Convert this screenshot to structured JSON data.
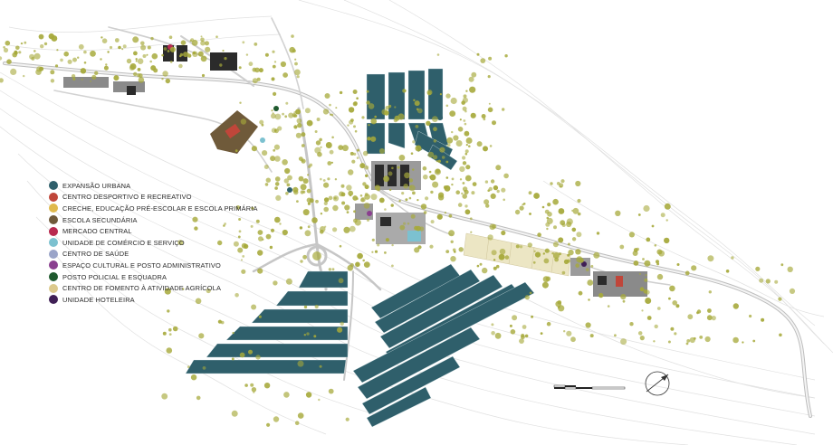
{
  "legend": {
    "items": [
      {
        "label": "EXPANSÃO URBANA",
        "color": "#2f5f6b"
      },
      {
        "label": "CENTRO DESPORTIVO E RECREATIVO",
        "color": "#c0463a"
      },
      {
        "label": "CRECHE, EDUCAÇÃO PRÉ-ESCOLAR E ESCOLA PRIMÁRIA",
        "color": "#e0b94c"
      },
      {
        "label": "ESCOLA SECUNDÁRIA",
        "color": "#6f5a3a"
      },
      {
        "label": "MERCADO CENTRAL",
        "color": "#b8294f"
      },
      {
        "label": "UNIDADE DE COMÉRCIO E SERVIÇO",
        "color": "#7cc1d0"
      },
      {
        "label": "CENTRO DE SAÚDE",
        "color": "#9aa4c8"
      },
      {
        "label": "ESPAÇO CULTURAL E POSTO ADMINISTRATIVO",
        "color": "#8a3f8f"
      },
      {
        "label": "POSTO POLICIAL E ESQUADRA",
        "color": "#1f5a2e"
      },
      {
        "label": "CENTRO DE FOMENTO À ATIVIDADE AGRÍCOLA",
        "color": "#dcc98c"
      },
      {
        "label": "UNIDADE HOTELEIRA",
        "color": "#3f1f55"
      }
    ]
  },
  "map_colors": {
    "urban_block": "#2f5f6b",
    "tree": "#a6a93a",
    "road": "#c9c9c9",
    "contour": "#dcdcdc",
    "school_plot": "#6f5a3a",
    "agri_field": "#ece6c4",
    "building": "#2b2b2b"
  },
  "icons": {
    "north_arrow": "north-arrow-icon",
    "scale_bar": "scale-bar-icon"
  }
}
